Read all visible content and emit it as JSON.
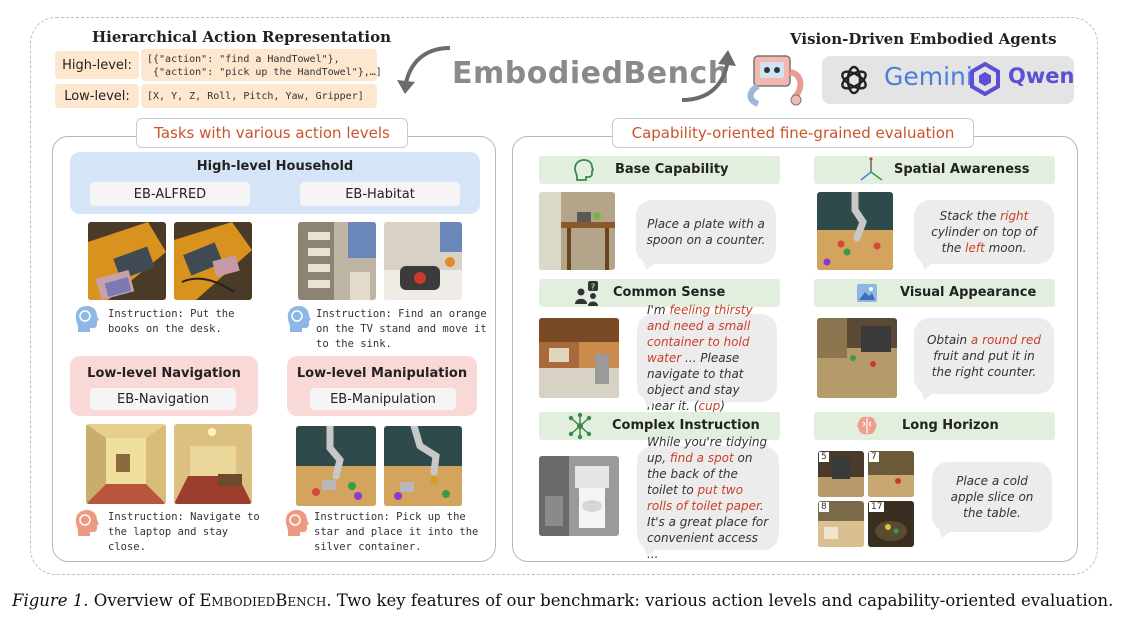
{
  "hierarchy": {
    "title": "Hierarchical Action Representation",
    "high_label": "High-level:",
    "high_code_1": "[{\"action\": \"find a HandTowel\"},",
    "high_code_2": " {\"action\": \"pick up the HandTowel\"},…]",
    "low_label": "Low-level:",
    "low_code": "[X, Y, Z, Roll, Pitch, Yaw, Gripper]"
  },
  "logo": "EmbodiedBench",
  "agents": {
    "title": "Vision-Driven Embodied Agents",
    "models": [
      "Gemini",
      "Qwen"
    ],
    "icons": [
      "openai-icon",
      "gemini-icon",
      "qwen-icon"
    ]
  },
  "left_panel": {
    "title": "Tasks with various action levels",
    "high_household": {
      "title": "High-level Household",
      "chips": [
        "EB-ALFRED",
        "EB-Habitat"
      ]
    },
    "instr_1": "Instruction: Put the books on the desk.",
    "instr_2": "Instruction: Find an orange on the TV stand and move it to the sink.",
    "nav": {
      "title": "Low-level Navigation",
      "chip": "EB-Navigation"
    },
    "manip": {
      "title": "Low-level Manipulation",
      "chip": "EB-Manipulation"
    },
    "instr_3": "Instruction: Navigate to the laptop and stay close.",
    "instr_4": "Instruction: Pick up the star and place it into the silver container."
  },
  "right_panel": {
    "title": "Capability-oriented fine-grained evaluation",
    "base": {
      "label": "Base Capability",
      "text": "Place a plate with a spoon on a counter."
    },
    "spatial": {
      "label": "Spatial Awareness",
      "t1": "Stack the ",
      "r1": "right",
      "t2": " cylinder on top of the ",
      "r2": "left",
      "t3": " moon."
    },
    "common": {
      "label": "Common Sense",
      "t1": "I'm ",
      "r1": "feeling thirsty and need a small container to hold water",
      "t2": " ... Please navigate to that object and stay near it. (",
      "r2": "cup",
      "t3": ")"
    },
    "visual": {
      "label": "Visual Appearance",
      "t1": "Obtain ",
      "r1": "a round red",
      "t2": " fruit and put it in the right counter."
    },
    "complex": {
      "label": "Complex Instruction",
      "t1": "While you're tidying up, ",
      "r1": "find a spot",
      "t2": " on the back of the toilet to ",
      "r2": "put two rolls of toilet paper",
      "t3": ". It's a great place for convenient access ..."
    },
    "long": {
      "label": "Long Horizon",
      "text": "Place a cold apple slice on the table.",
      "frames": [
        "5",
        "7",
        "8",
        "17"
      ]
    }
  },
  "caption": {
    "fig": "Figure 1.",
    "t1": " Overview of ",
    "name": "EmbodiedBench",
    "t2": ". Two key features of our benchmark: various action levels and capability-oriented evaluation."
  },
  "colors": {
    "accent_red": "#c9402a",
    "title_orange": "#c9542a",
    "blue_box": "#d6e4f7",
    "pink_box": "#f8d9d8",
    "green_bar": "#e2efdf",
    "code_bg": "#fde7cf"
  }
}
